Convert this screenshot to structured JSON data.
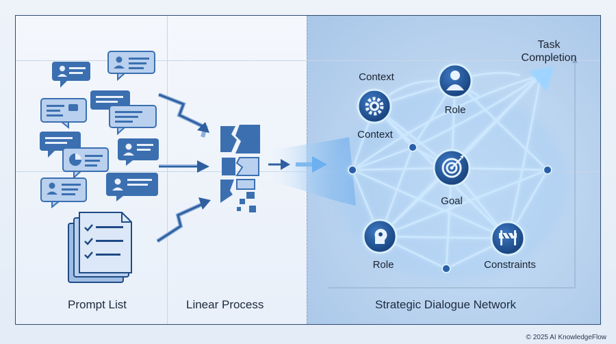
{
  "columns": {
    "prompt_list": "Prompt List",
    "linear_process": "Linear Process",
    "network": "Strategic Dialogue Network"
  },
  "network_labels": {
    "context_top": "Context",
    "context_bottom": "Context",
    "role_top": "Role",
    "role_bottom": "Role",
    "goal": "Goal",
    "constraints": "Constraints",
    "task_line1": "Task",
    "task_line2": "Completion"
  },
  "footer": "© 2025 AI KnowledgeFlow",
  "colors": {
    "primary": "#3b6fb0",
    "dark": "#1f4a85",
    "light_bubble": "#b9d0ee",
    "glow": "#8fd0ff",
    "frame": "#2f4a6e"
  },
  "icons": [
    "person-icon",
    "chat-icon",
    "document-icon",
    "checklist-icon",
    "broken-block-icon",
    "arrow-icon",
    "gear-icon",
    "target-icon",
    "barrier-icon",
    "head-icon"
  ]
}
